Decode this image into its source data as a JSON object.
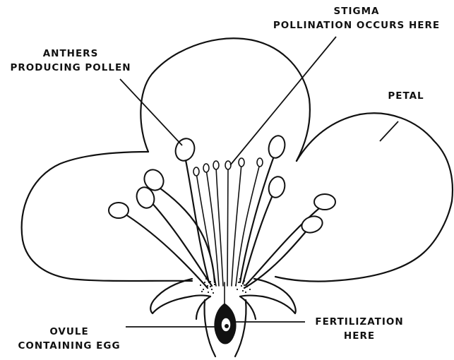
{
  "labels": {
    "stigma": {
      "line1": "STIGMA",
      "line2": "POLLINATION OCCURS HERE"
    },
    "anthers": {
      "line1": "ANTHERS",
      "line2": "PRODUCING POLLEN"
    },
    "petal": {
      "line1": "PETAL"
    },
    "fertilization": {
      "line1": "FERTILIZATION",
      "line2": "HERE"
    },
    "ovule": {
      "line1": "OVULE",
      "line2": "CONTAINING EGG"
    }
  },
  "colors": {
    "ink": "#111111",
    "background": "#ffffff"
  }
}
